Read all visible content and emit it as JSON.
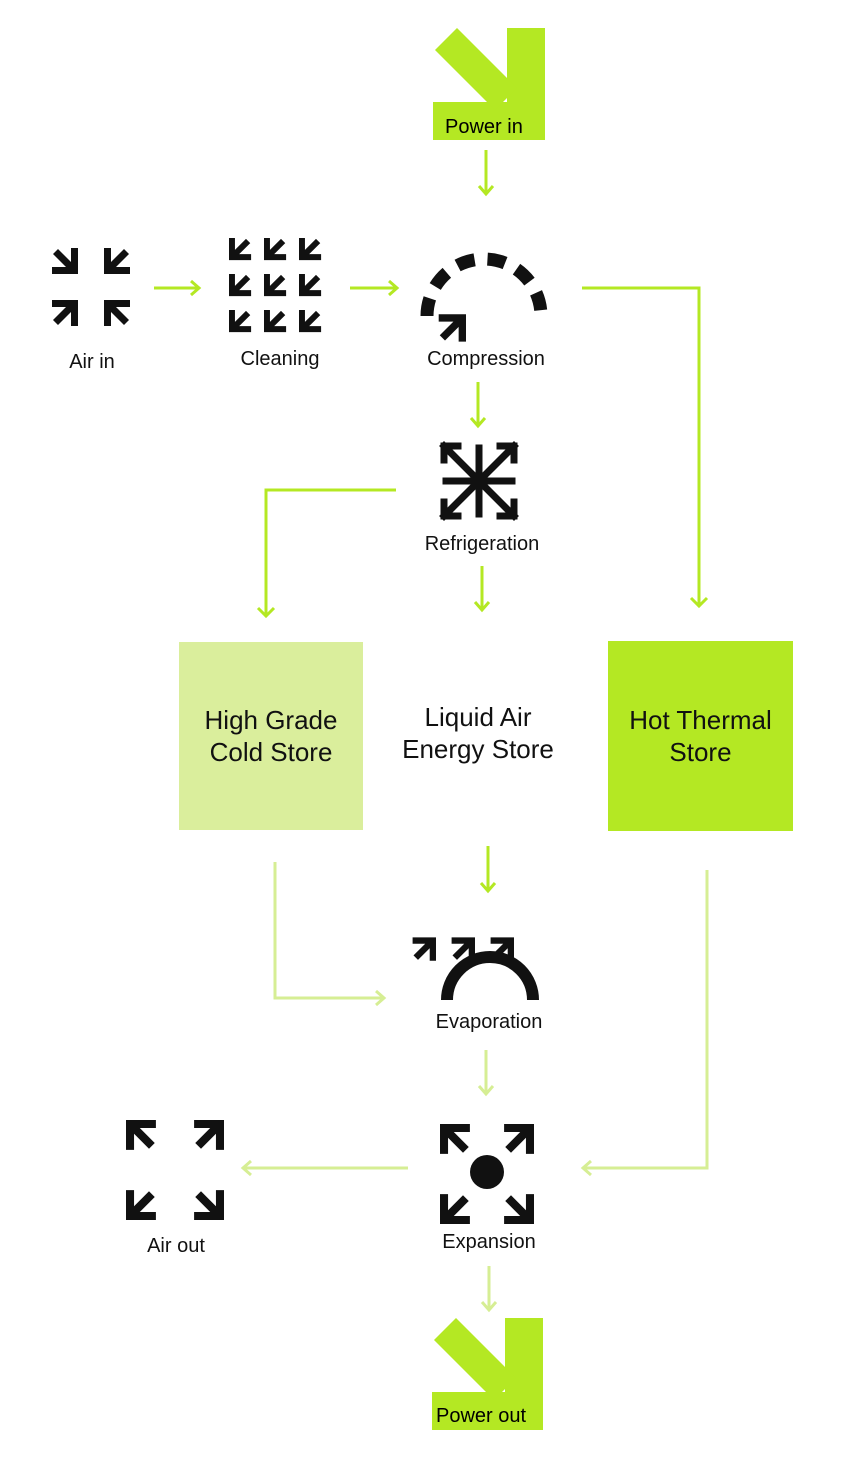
{
  "colors": {
    "accent": "#B4E823",
    "accent_light": "#DAEE9C",
    "arrow_light": "#D6EE94",
    "icon": "#111111"
  },
  "power_in": {
    "label": "Power in",
    "icon": "arrow-down-right-icon"
  },
  "power_out": {
    "label": "Power out",
    "icon": "arrow-down-right-icon"
  },
  "nodes": {
    "air_in": {
      "label": "Air in",
      "icon": "arrows-inward-icon"
    },
    "cleaning": {
      "label": "Cleaning",
      "icon": "arrows-grid-icon"
    },
    "compression": {
      "label": "Compression",
      "icon": "compression-dome-icon"
    },
    "refrigeration": {
      "label": "Refrigeration",
      "icon": "snowflake-icon"
    },
    "evaporation": {
      "label": "Evaporation",
      "icon": "evaporation-arc-icon"
    },
    "expansion": {
      "label": "Expansion",
      "icon": "arrows-outward-dot-icon"
    },
    "air_out": {
      "label": "Air out",
      "icon": "arrows-outward-icon"
    }
  },
  "stores": {
    "cold": {
      "line1": "High Grade",
      "line2": "Cold Store",
      "color": "#DAEE9C"
    },
    "liquid": {
      "line1": "Liquid Air",
      "line2": "Energy Store"
    },
    "hot": {
      "line1": "Hot Thermal",
      "line2": "Store",
      "color": "#B4E823"
    }
  }
}
